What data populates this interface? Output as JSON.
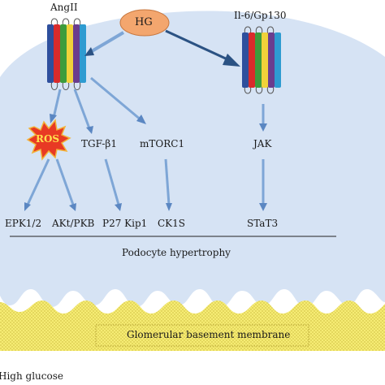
{
  "diagram": {
    "receptor_left_label": "AngII",
    "receptor_right_label": "Il-6/Gp130",
    "center_node": "HG",
    "ros_label": "ROS",
    "nodes": {
      "tgf": "TGF-β1",
      "mtorc": "mTORC1",
      "jak": "JAK"
    },
    "outputs": {
      "epk": "EPK1/2",
      "akt": "AKt/PKB",
      "p27": "P27 Kip1",
      "ck1s": "CK1S",
      "stat3": "STaT3"
    },
    "podocyte_label": "Podocyte hypertrophy",
    "gbm_label": "Glomerular basement membrane",
    "footer_label": "High glucose",
    "colors": {
      "cell_fill": "#d6e3f4",
      "hg_fill": "#f3a66e",
      "ros_fill": "#e83a24",
      "ros_text": "#ffe14d",
      "arrow_blue": "#7ea6d6",
      "arrow_dark": "#2b5283",
      "gbm_fill": "#f6ec74",
      "helix_colors": [
        "#2e4f9d",
        "#d92b2b",
        "#3c9c3c",
        "#f0d23a",
        "#6a3d8e",
        "#2e9bd1"
      ]
    }
  }
}
